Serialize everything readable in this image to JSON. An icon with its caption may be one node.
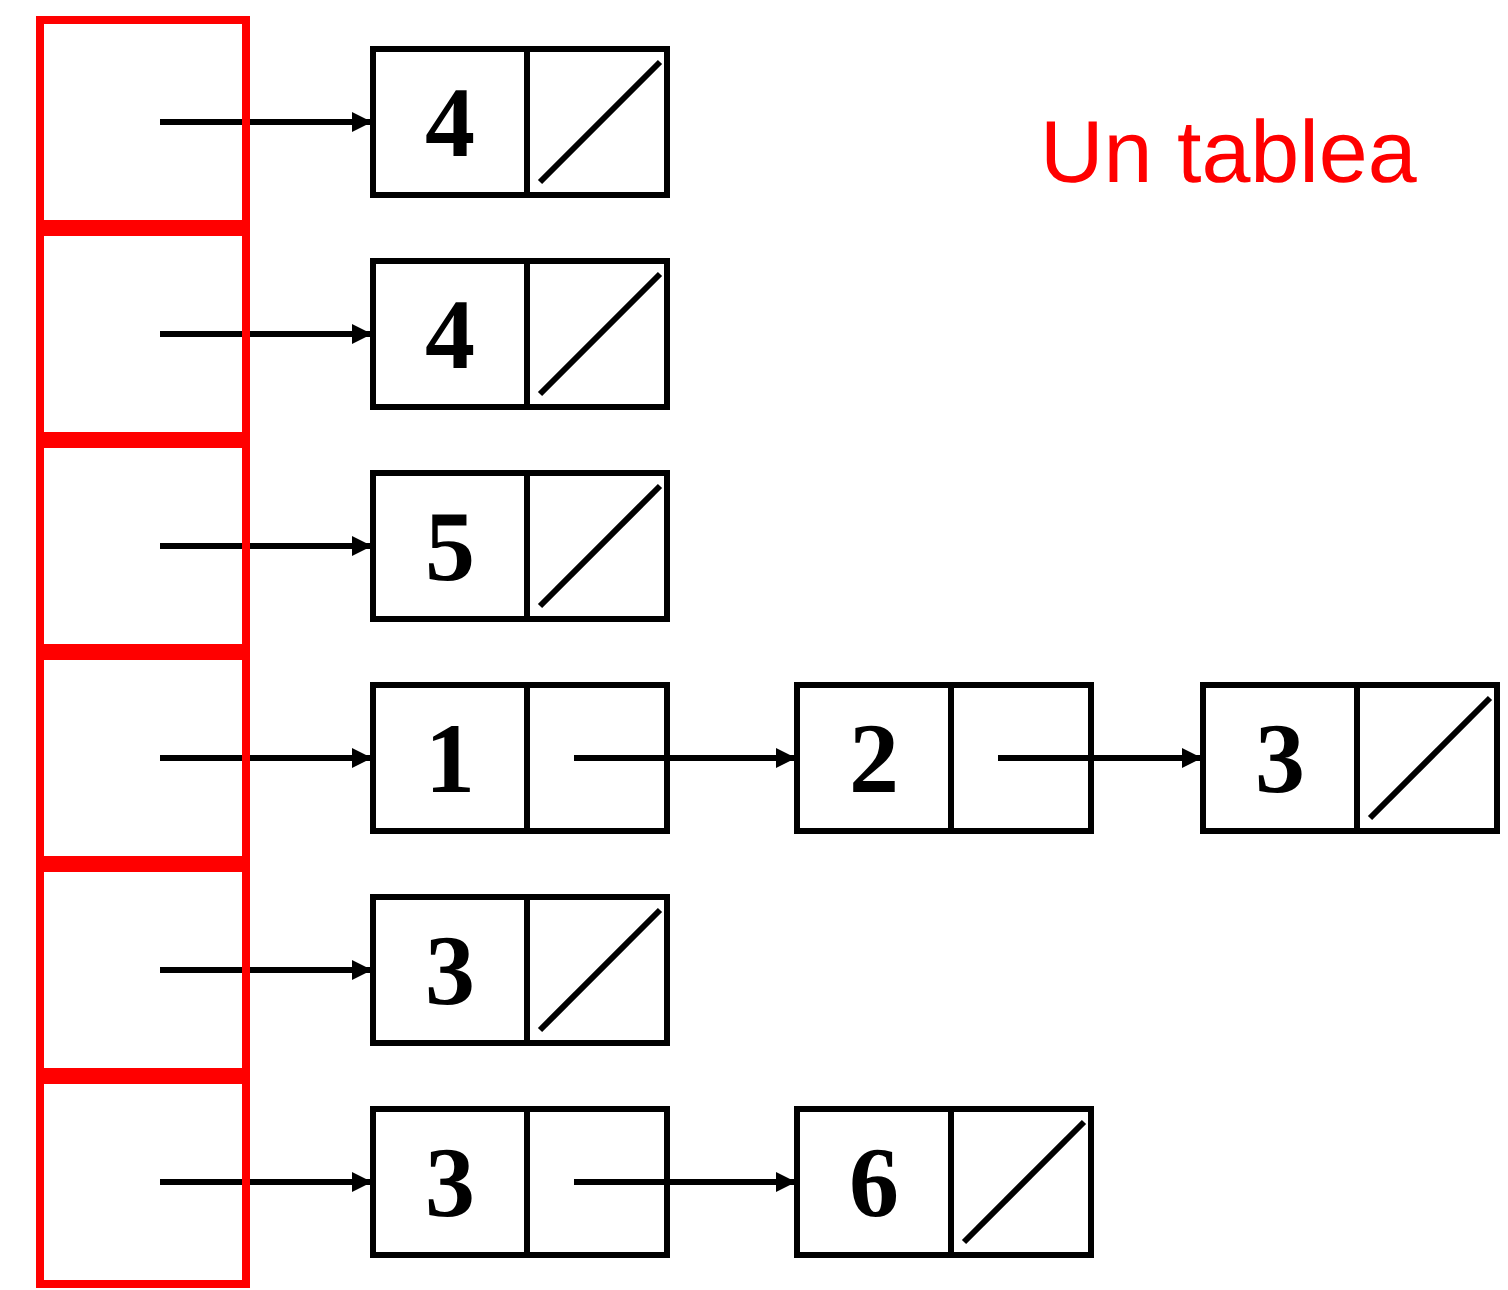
{
  "diagram": {
    "nodes": [
      {
        "text": [],
        "shape": "box"
      },
      {
        "text": [],
        "shape": "box"
      },
      {
        "text": [],
        "shape": "box"
      },
      {
        "text": [],
        "shape": "box"
      },
      {
        "text": [],
        "shape": "box"
      },
      {
        "text": [],
        "shape": "box"
      },
      {
        "text": [
          "4"
        ]
      },
      {
        "text": [
          "4"
        ]
      },
      {
        "text": [
          "5"
        ]
      },
      {
        "text": [
          "1"
        ]
      },
      {
        "text": [
          "2"
        ]
      },
      {
        "text": [
          "3"
        ]
      },
      {
        "text": [
          "3"
        ]
      },
      {
        "text": [
          "3"
        ]
      },
      {
        "text": [
          "6"
        ]
      }
    ],
    "edges": [
      {
        "from": 0,
        "to": 6,
        "arrow": "to"
      },
      {
        "from": 1,
        "to": 7,
        "arrow": "to"
      },
      {
        "from": 2,
        "to": 8,
        "arrow": "to"
      },
      {
        "from": 3,
        "to": 9,
        "arrow": "to"
      },
      {
        "from": 9,
        "to": 10,
        "arrow": "to"
      },
      {
        "from": 10,
        "to": 11,
        "arrow": "to"
      },
      {
        "from": 4,
        "to": 12,
        "arrow": "to"
      },
      {
        "from": 5,
        "to": 13,
        "arrow": "to"
      },
      {
        "from": 13,
        "to": 14,
        "arrow": "to"
      }
    ],
    "labels": [
      "Un tablea"
    ]
  }
}
